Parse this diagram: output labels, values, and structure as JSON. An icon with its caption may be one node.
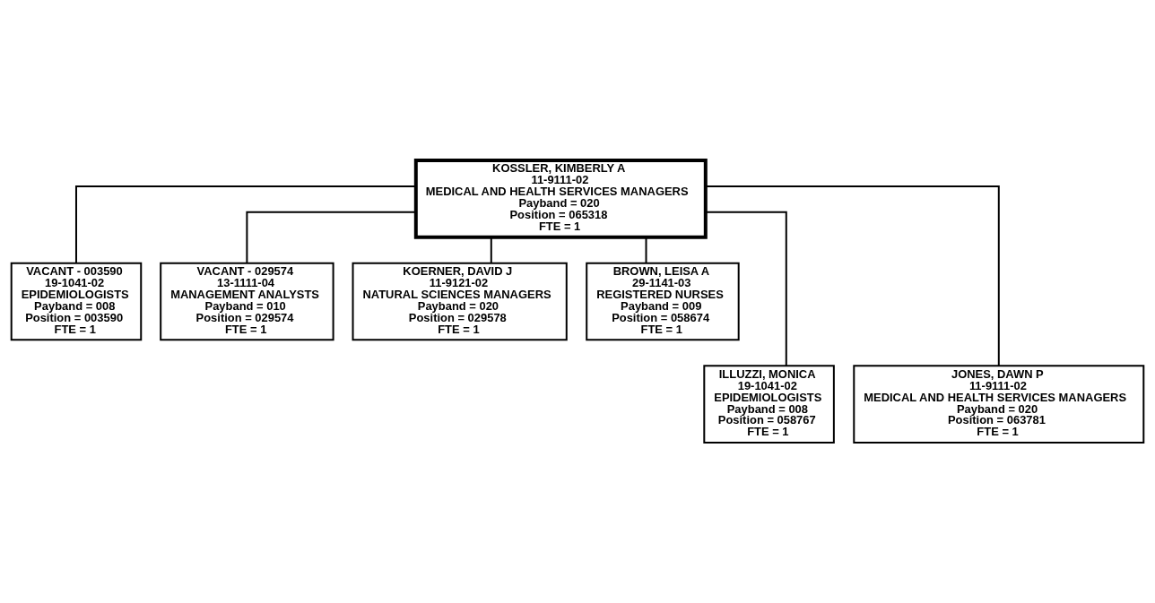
{
  "diagram": {
    "nodes": [
      {
        "text": [
          "KOSSLER, KIMBERLY A",
          "11-9111-02",
          "MEDICAL AND HEALTH SERVICES MANAGERS",
          "Payband = 020",
          "Position = 065318",
          "FTE = 1"
        ]
      },
      {
        "text": [
          "VACANT - 003590",
          "19-1041-02",
          "EPIDEMIOLOGISTS",
          "Payband = 008",
          "Position = 003590",
          "FTE = 1"
        ]
      },
      {
        "text": [
          "VACANT - 029574",
          "13-1111-04",
          "MANAGEMENT ANALYSTS",
          "Payband = 010",
          "Position = 029574",
          "FTE = 1"
        ]
      },
      {
        "text": [
          "KOERNER, DAVID J",
          "11-9121-02",
          "NATURAL SCIENCES MANAGERS",
          "Payband = 020",
          "Position = 029578",
          "FTE = 1"
        ]
      },
      {
        "text": [
          "BROWN, LEISA A",
          "29-1141-03",
          "REGISTERED NURSES",
          "Payband = 009",
          "Position = 058674",
          "FTE = 1"
        ]
      },
      {
        "text": [
          "ILLUZZI, MONICA",
          "19-1041-02",
          "EPIDEMIOLOGISTS",
          "Payband = 008",
          "Position = 058767",
          "FTE = 1"
        ]
      },
      {
        "text": [
          "JONES, DAWN P",
          "11-9111-02",
          "MEDICAL AND HEALTH SERVICES MANAGERS",
          "Payband = 020",
          "Position = 063781",
          "FTE = 1"
        ]
      }
    ],
    "edges": [
      {
        "from": 0,
        "to": 1,
        "arrow": "none"
      },
      {
        "from": 0,
        "to": 2,
        "arrow": "none"
      },
      {
        "from": 0,
        "to": 3,
        "arrow": "none"
      },
      {
        "from": 0,
        "to": 4,
        "arrow": "none"
      },
      {
        "from": 0,
        "to": 5,
        "arrow": "none"
      },
      {
        "from": 0,
        "to": 6,
        "arrow": "none"
      }
    ]
  }
}
